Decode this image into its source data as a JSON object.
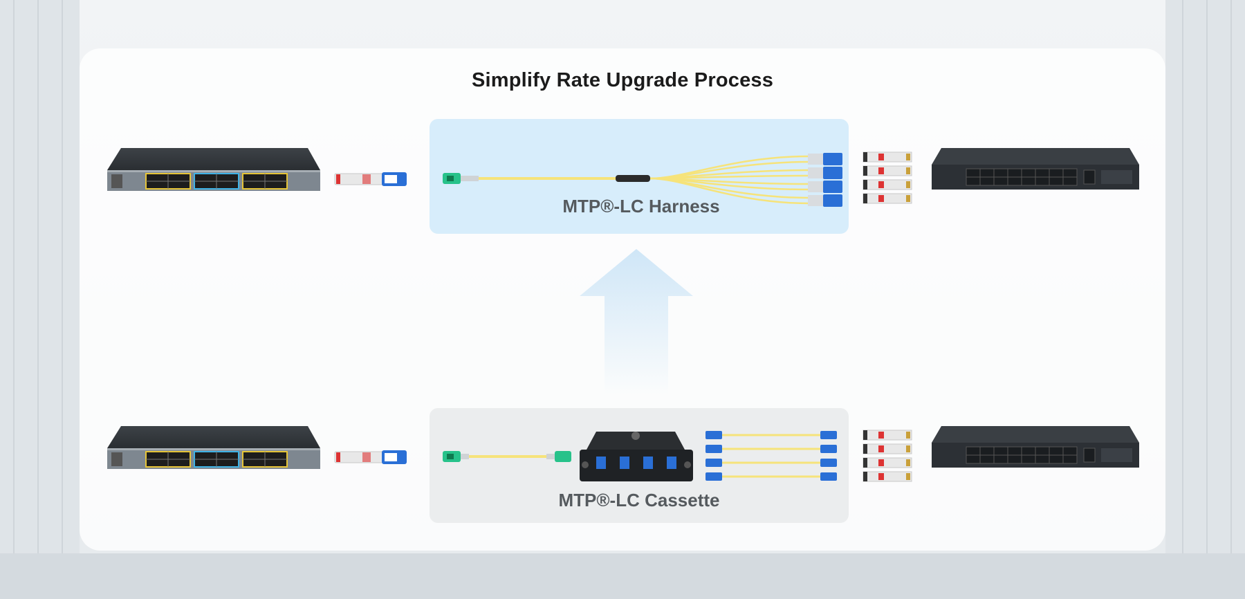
{
  "diagram": {
    "title": "Simplify Rate Upgrade Process",
    "top_solution": {
      "label": "MTP®-LC Harness"
    },
    "bottom_solution": {
      "label": "MTP®-LC Cassette"
    }
  },
  "colors": {
    "panel": "#ffffff",
    "harness_box": "#d7edfb",
    "cassette_box": "#ebedee",
    "fiber": "#f6e37a",
    "mtp_connector": "#27c28a",
    "lc_connector": "#2a6fd6",
    "upgrade_arrow": "#cfe6f7"
  },
  "icons": [
    "spine-switch-icon",
    "leaf-switch-icon",
    "qsfp-transceiver-icon",
    "sfp-transceiver-icon",
    "mtp-lc-harness-icon",
    "mtp-lc-cassette-icon",
    "upgrade-arrow-icon"
  ]
}
